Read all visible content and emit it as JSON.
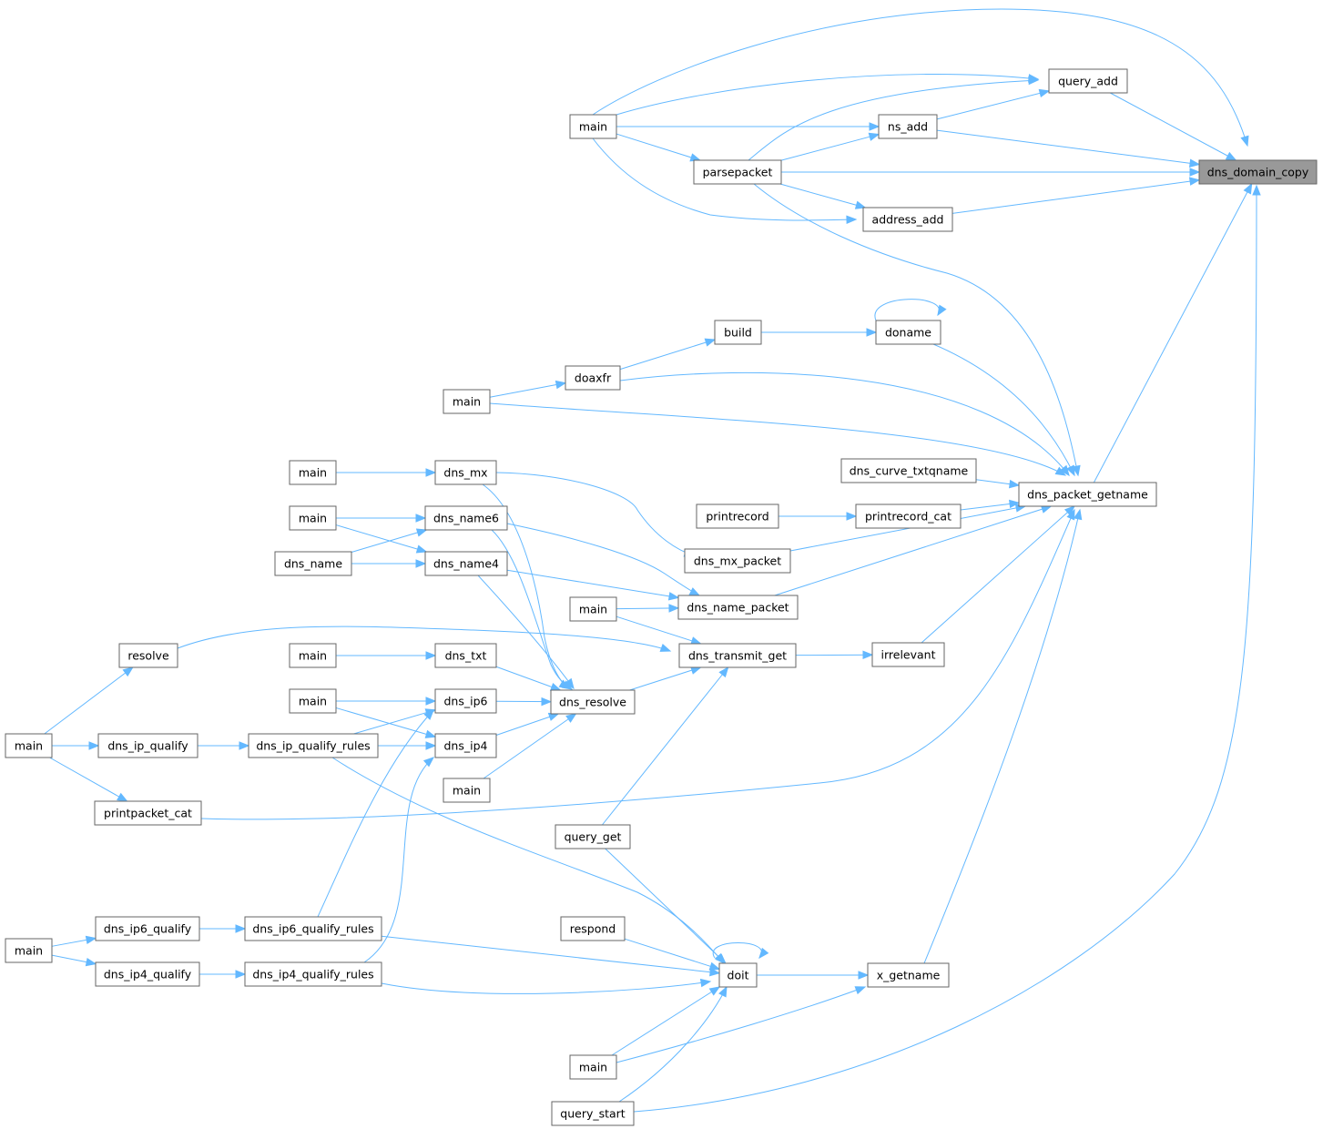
{
  "graph": {
    "nodes": [
      {
        "id": "root",
        "label": "dns_domain_copy",
        "root": true
      },
      {
        "id": "query_add",
        "label": "query_add"
      },
      {
        "id": "ns_add",
        "label": "ns_add"
      },
      {
        "id": "parsepacket",
        "label": "parsepacket"
      },
      {
        "id": "address_add",
        "label": "address_add"
      },
      {
        "id": "main1",
        "label": "main"
      },
      {
        "id": "build",
        "label": "build"
      },
      {
        "id": "doname",
        "label": "doname"
      },
      {
        "id": "doaxfr",
        "label": "doaxfr"
      },
      {
        "id": "main2",
        "label": "main"
      },
      {
        "id": "dns_curve_txtqname",
        "label": "dns_curve_txtqname"
      },
      {
        "id": "dns_packet_getname",
        "label": "dns_packet_getname"
      },
      {
        "id": "printrecord",
        "label": "printrecord"
      },
      {
        "id": "printrecord_cat",
        "label": "printrecord_cat"
      },
      {
        "id": "main3",
        "label": "main"
      },
      {
        "id": "dns_mx",
        "label": "dns_mx"
      },
      {
        "id": "main4",
        "label": "main"
      },
      {
        "id": "dns_name6",
        "label": "dns_name6"
      },
      {
        "id": "dns_name",
        "label": "dns_name"
      },
      {
        "id": "dns_name4",
        "label": "dns_name4"
      },
      {
        "id": "dns_mx_packet",
        "label": "dns_mx_packet"
      },
      {
        "id": "main5",
        "label": "main"
      },
      {
        "id": "dns_name_packet",
        "label": "dns_name_packet"
      },
      {
        "id": "resolve",
        "label": "resolve"
      },
      {
        "id": "dns_transmit_get",
        "label": "dns_transmit_get"
      },
      {
        "id": "irrelevant",
        "label": "irrelevant"
      },
      {
        "id": "main6",
        "label": "main"
      },
      {
        "id": "dns_txt",
        "label": "dns_txt"
      },
      {
        "id": "main7",
        "label": "main"
      },
      {
        "id": "dns_ip6",
        "label": "dns_ip6"
      },
      {
        "id": "dns_resolve",
        "label": "dns_resolve"
      },
      {
        "id": "main8",
        "label": "main"
      },
      {
        "id": "dns_ip_qualify",
        "label": "dns_ip_qualify"
      },
      {
        "id": "dns_ip_qualify_rules",
        "label": "dns_ip_qualify_rules"
      },
      {
        "id": "dns_ip4",
        "label": "dns_ip4"
      },
      {
        "id": "main9",
        "label": "main"
      },
      {
        "id": "printpacket_cat",
        "label": "printpacket_cat"
      },
      {
        "id": "query_get",
        "label": "query_get"
      },
      {
        "id": "respond",
        "label": "respond"
      },
      {
        "id": "main10",
        "label": "main"
      },
      {
        "id": "dns_ip6_qualify",
        "label": "dns_ip6_qualify"
      },
      {
        "id": "dns_ip6_qualify_rules",
        "label": "dns_ip6_qualify_rules"
      },
      {
        "id": "dns_ip4_qualify",
        "label": "dns_ip4_qualify"
      },
      {
        "id": "dns_ip4_qualify_rules",
        "label": "dns_ip4_qualify_rules"
      },
      {
        "id": "doit",
        "label": "doit"
      },
      {
        "id": "x_getname",
        "label": "x_getname"
      },
      {
        "id": "main11",
        "label": "main"
      },
      {
        "id": "query_start",
        "label": "query_start"
      }
    ],
    "edges": [
      {
        "from": "query_add",
        "to": "root"
      },
      {
        "from": "ns_add",
        "to": "root"
      },
      {
        "from": "parsepacket",
        "to": "root"
      },
      {
        "from": "address_add",
        "to": "root"
      },
      {
        "from": "main1",
        "to": "root"
      },
      {
        "from": "dns_packet_getname",
        "to": "root"
      },
      {
        "from": "query_start",
        "to": "root"
      },
      {
        "from": "main1",
        "to": "query_add"
      },
      {
        "from": "parsepacket",
        "to": "query_add"
      },
      {
        "from": "ns_add",
        "to": "query_add"
      },
      {
        "from": "main1",
        "to": "ns_add"
      },
      {
        "from": "parsepacket",
        "to": "ns_add"
      },
      {
        "from": "main1",
        "to": "parsepacket"
      },
      {
        "from": "main1",
        "to": "address_add"
      },
      {
        "from": "parsepacket",
        "to": "address_add"
      },
      {
        "from": "parsepacket",
        "to": "dns_packet_getname"
      },
      {
        "from": "doname",
        "to": "dns_packet_getname"
      },
      {
        "from": "doaxfr",
        "to": "dns_packet_getname"
      },
      {
        "from": "main2",
        "to": "dns_packet_getname"
      },
      {
        "from": "dns_curve_txtqname",
        "to": "dns_packet_getname"
      },
      {
        "from": "printrecord_cat",
        "to": "dns_packet_getname"
      },
      {
        "from": "dns_mx_packet",
        "to": "dns_packet_getname"
      },
      {
        "from": "dns_name_packet",
        "to": "dns_packet_getname"
      },
      {
        "from": "irrelevant",
        "to": "dns_packet_getname"
      },
      {
        "from": "printpacket_cat",
        "to": "dns_packet_getname"
      },
      {
        "from": "x_getname",
        "to": "dns_packet_getname"
      },
      {
        "from": "doname",
        "to": "doname"
      },
      {
        "from": "build",
        "to": "doname"
      },
      {
        "from": "doaxfr",
        "to": "build"
      },
      {
        "from": "main2",
        "to": "doaxfr"
      },
      {
        "from": "printrecord",
        "to": "printrecord_cat"
      },
      {
        "from": "main3",
        "to": "dns_mx"
      },
      {
        "from": "dns_mx",
        "to": "dns_mx_packet"
      },
      {
        "from": "dns_mx",
        "to": "dns_resolve"
      },
      {
        "from": "main4",
        "to": "dns_name6"
      },
      {
        "from": "main4",
        "to": "dns_name4"
      },
      {
        "from": "dns_name",
        "to": "dns_name6"
      },
      {
        "from": "dns_name",
        "to": "dns_name4"
      },
      {
        "from": "dns_name6",
        "to": "dns_name_packet"
      },
      {
        "from": "dns_name6",
        "to": "dns_resolve"
      },
      {
        "from": "dns_name4",
        "to": "dns_name_packet"
      },
      {
        "from": "dns_name4",
        "to": "dns_resolve"
      },
      {
        "from": "main5",
        "to": "dns_name_packet"
      },
      {
        "from": "main5",
        "to": "dns_transmit_get"
      },
      {
        "from": "resolve",
        "to": "dns_transmit_get"
      },
      {
        "from": "dns_transmit_get",
        "to": "irrelevant"
      },
      {
        "from": "dns_resolve",
        "to": "dns_transmit_get"
      },
      {
        "from": "query_get",
        "to": "dns_transmit_get"
      },
      {
        "from": "main6",
        "to": "dns_txt"
      },
      {
        "from": "dns_txt",
        "to": "dns_resolve"
      },
      {
        "from": "main7",
        "to": "dns_ip6"
      },
      {
        "from": "main7",
        "to": "dns_ip4"
      },
      {
        "from": "dns_ip6",
        "to": "dns_resolve"
      },
      {
        "from": "dns_ip4",
        "to": "dns_resolve"
      },
      {
        "from": "main9",
        "to": "dns_resolve"
      },
      {
        "from": "dns_ip_qualify_rules",
        "to": "dns_ip6"
      },
      {
        "from": "dns_ip_qualify_rules",
        "to": "dns_ip4"
      },
      {
        "from": "dns_ip_qualify",
        "to": "dns_ip_qualify_rules"
      },
      {
        "from": "main8",
        "to": "resolve"
      },
      {
        "from": "main8",
        "to": "dns_ip_qualify"
      },
      {
        "from": "main8",
        "to": "printpacket_cat"
      },
      {
        "from": "dns_ip6_qualify_rules",
        "to": "dns_ip6"
      },
      {
        "from": "dns_ip4_qualify_rules",
        "to": "dns_ip4"
      },
      {
        "from": "main10",
        "to": "dns_ip6_qualify"
      },
      {
        "from": "main10",
        "to": "dns_ip4_qualify"
      },
      {
        "from": "dns_ip6_qualify",
        "to": "dns_ip6_qualify_rules"
      },
      {
        "from": "dns_ip4_qualify",
        "to": "dns_ip4_qualify_rules"
      },
      {
        "from": "dns_ip_qualify_rules",
        "to": "doit"
      },
      {
        "from": "dns_ip6_qualify_rules",
        "to": "doit"
      },
      {
        "from": "dns_ip4_qualify_rules",
        "to": "doit"
      },
      {
        "from": "query_get",
        "to": "doit"
      },
      {
        "from": "respond",
        "to": "doit"
      },
      {
        "from": "main11",
        "to": "doit"
      },
      {
        "from": "query_start",
        "to": "doit"
      },
      {
        "from": "doit",
        "to": "doit"
      },
      {
        "from": "doit",
        "to": "x_getname"
      },
      {
        "from": "main11",
        "to": "x_getname"
      }
    ]
  },
  "colors": {
    "edge": "#63b8ff",
    "node_border": "#666666",
    "root_fill": "#999999",
    "node_fill": "#ffffff"
  }
}
